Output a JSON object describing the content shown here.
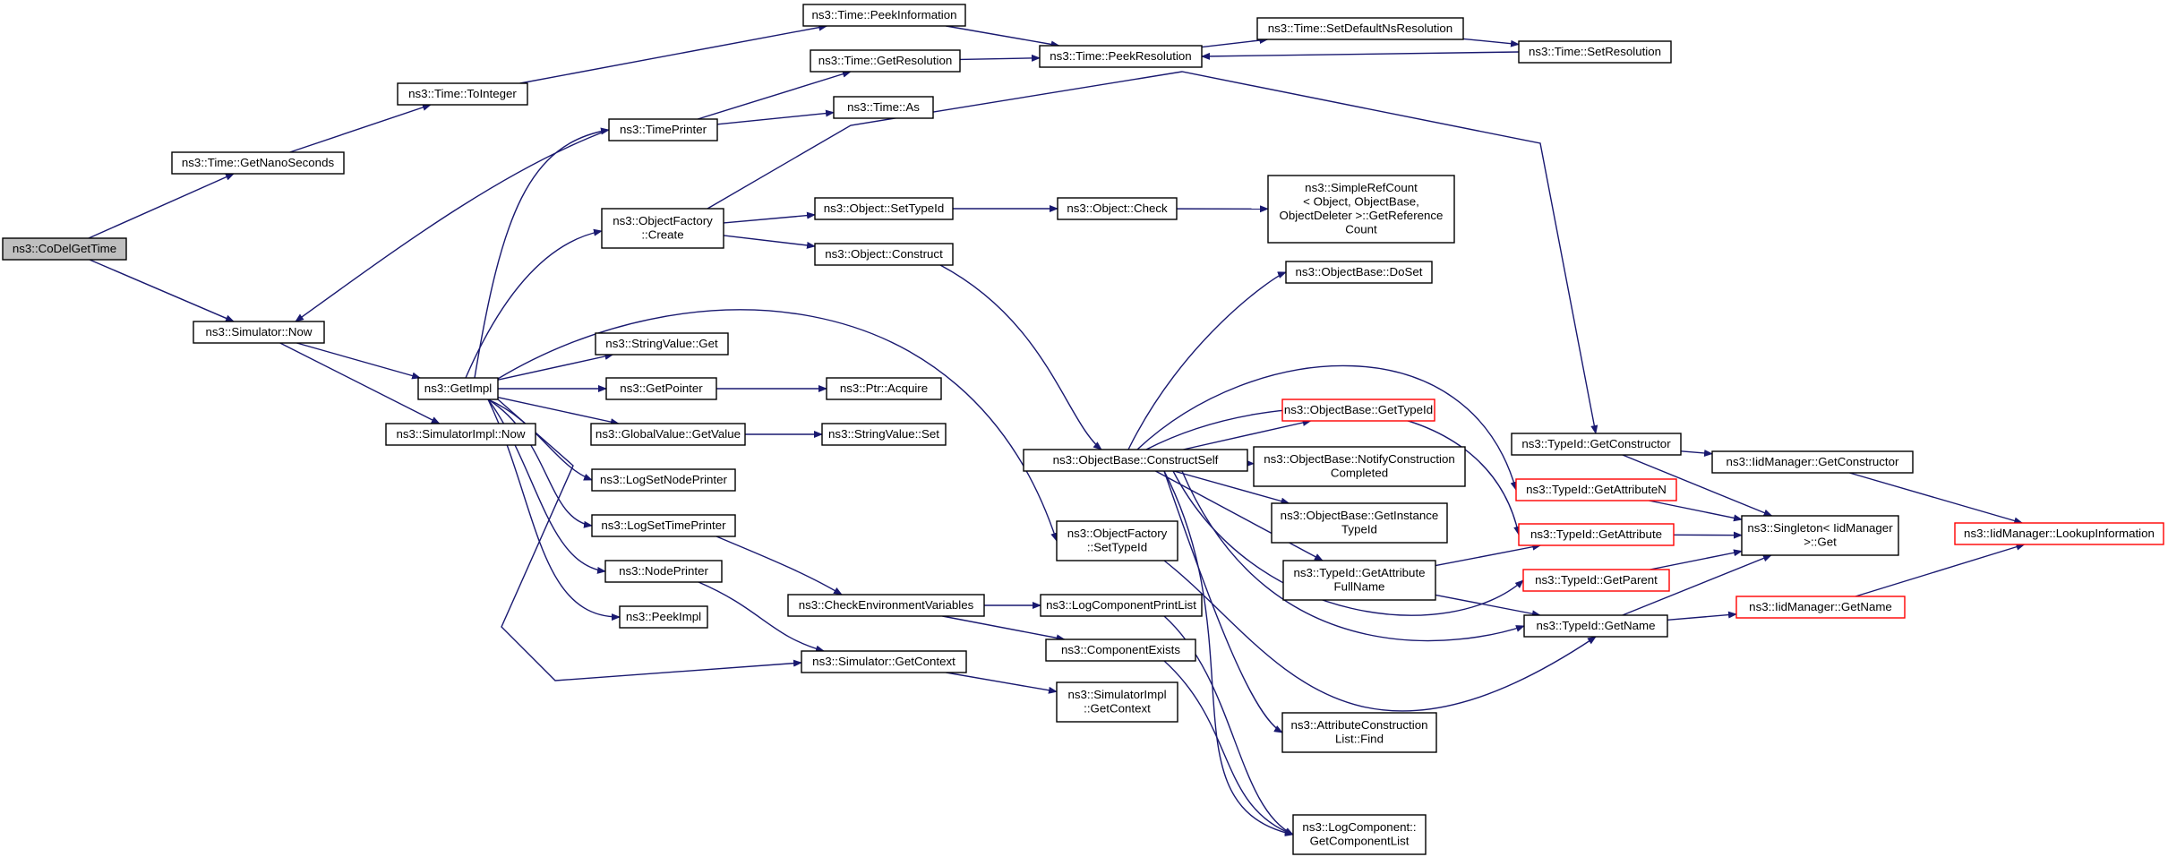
{
  "graph": {
    "edge_color": "#191970",
    "root_fill": "#bfbfbf",
    "truncated_border_color": "#ff0000",
    "nodes": [
      {
        "id": "root",
        "lines": [
          "ns3::CoDelGetTime"
        ],
        "root": true
      },
      {
        "id": "getnano",
        "lines": [
          "ns3::Time::GetNanoSeconds"
        ]
      },
      {
        "id": "simnow",
        "lines": [
          "ns3::Simulator::Now"
        ]
      },
      {
        "id": "tointeger",
        "lines": [
          "ns3::Time::ToInteger"
        ]
      },
      {
        "id": "getimpl",
        "lines": [
          "ns3::GetImpl"
        ]
      },
      {
        "id": "simimplnow",
        "lines": [
          "ns3::SimulatorImpl::Now"
        ]
      },
      {
        "id": "peekinfo",
        "lines": [
          "ns3::Time::PeekInformation"
        ]
      },
      {
        "id": "getres",
        "lines": [
          "ns3::Time::GetResolution"
        ]
      },
      {
        "id": "timeprinter",
        "lines": [
          "ns3::TimePrinter"
        ]
      },
      {
        "id": "timeas",
        "lines": [
          "ns3::Time::As"
        ]
      },
      {
        "id": "peekres",
        "lines": [
          "ns3::Time::PeekResolution"
        ]
      },
      {
        "id": "setdefns",
        "lines": [
          "ns3::Time::SetDefaultNsResolution"
        ]
      },
      {
        "id": "setres",
        "lines": [
          "ns3::Time::SetResolution"
        ]
      },
      {
        "id": "ofcreate",
        "lines": [
          "ns3::ObjectFactory",
          "::Create"
        ]
      },
      {
        "id": "objsettypeid",
        "lines": [
          "ns3::Object::SetTypeId"
        ]
      },
      {
        "id": "objcheck",
        "lines": [
          "ns3::Object::Check"
        ]
      },
      {
        "id": "simplerefcount",
        "lines": [
          "ns3::SimpleRefCount",
          "< Object, ObjectBase,",
          "ObjectDeleter >::GetReference",
          "Count"
        ]
      },
      {
        "id": "objconstruct",
        "lines": [
          "ns3::Object::Construct"
        ]
      },
      {
        "id": "stringvalueget",
        "lines": [
          "ns3::StringValue::Get"
        ]
      },
      {
        "id": "getpointer",
        "lines": [
          "ns3::GetPointer"
        ]
      },
      {
        "id": "ptracquire",
        "lines": [
          "ns3::Ptr::Acquire"
        ]
      },
      {
        "id": "globalvalueget",
        "lines": [
          "ns3::GlobalValue::GetValue"
        ]
      },
      {
        "id": "stringvalueset",
        "lines": [
          "ns3::StringValue::Set"
        ]
      },
      {
        "id": "logsetnode",
        "lines": [
          "ns3::LogSetNodePrinter"
        ]
      },
      {
        "id": "logsettime",
        "lines": [
          "ns3::LogSetTimePrinter"
        ]
      },
      {
        "id": "nodeprinter",
        "lines": [
          "ns3::NodePrinter"
        ]
      },
      {
        "id": "peekimpl",
        "lines": [
          "ns3::PeekImpl"
        ]
      },
      {
        "id": "checkenv",
        "lines": [
          "ns3::CheckEnvironmentVariables"
        ]
      },
      {
        "id": "simgetctx",
        "lines": [
          "ns3::Simulator::GetContext"
        ]
      },
      {
        "id": "logcompprint",
        "lines": [
          "ns3::LogComponentPrintList"
        ]
      },
      {
        "id": "compexists",
        "lines": [
          "ns3::ComponentExists"
        ]
      },
      {
        "id": "simimplgetctx",
        "lines": [
          "ns3::SimulatorImpl",
          "::GetContext"
        ]
      },
      {
        "id": "ofsettypeid",
        "lines": [
          "ns3::ObjectFactory",
          "::SetTypeId"
        ]
      },
      {
        "id": "obconstructself",
        "lines": [
          "ns3::ObjectBase::ConstructSelf"
        ]
      },
      {
        "id": "obdoset",
        "lines": [
          "ns3::ObjectBase::DoSet"
        ]
      },
      {
        "id": "obgettypeid",
        "lines": [
          "ns3::ObjectBase::GetTypeId"
        ],
        "red": true
      },
      {
        "id": "obnotify",
        "lines": [
          "ns3::ObjectBase::NotifyConstruction",
          "Completed"
        ]
      },
      {
        "id": "obgetinst",
        "lines": [
          "ns3::ObjectBase::GetInstance",
          "TypeId"
        ]
      },
      {
        "id": "tigetattrfull",
        "lines": [
          "ns3::TypeId::GetAttribute",
          "FullName"
        ]
      },
      {
        "id": "attrconstrfind",
        "lines": [
          "ns3::AttributeConstruction",
          "List::Find"
        ]
      },
      {
        "id": "logcompget",
        "lines": [
          "ns3::LogComponent::",
          "GetComponentList"
        ]
      },
      {
        "id": "tigetconstructor",
        "lines": [
          "ns3::TypeId::GetConstructor"
        ]
      },
      {
        "id": "tigetattrn",
        "lines": [
          "ns3::TypeId::GetAttributeN"
        ],
        "red": true
      },
      {
        "id": "tigetattr",
        "lines": [
          "ns3::TypeId::GetAttribute"
        ],
        "red": true
      },
      {
        "id": "tigetparent",
        "lines": [
          "ns3::TypeId::GetParent"
        ],
        "red": true
      },
      {
        "id": "tigetname",
        "lines": [
          "ns3::TypeId::GetName"
        ]
      },
      {
        "id": "iidgetconstructor",
        "lines": [
          "ns3::IidManager::GetConstructor"
        ]
      },
      {
        "id": "singletonget",
        "lines": [
          "ns3::Singleton< IidManager",
          ">::Get"
        ]
      },
      {
        "id": "iidgetname",
        "lines": [
          "ns3::IidManager::GetName"
        ],
        "red": true
      },
      {
        "id": "iidlookup",
        "lines": [
          "ns3::IidManager::LookupInformation"
        ],
        "red": true
      }
    ],
    "edges": [
      [
        "root",
        "getnano"
      ],
      [
        "root",
        "simnow"
      ],
      [
        "getnano",
        "tointeger"
      ],
      [
        "tointeger",
        "peekinfo"
      ],
      [
        "simnow",
        "getimpl"
      ],
      [
        "simnow",
        "simimplnow"
      ],
      [
        "getimpl",
        "timeprinter"
      ],
      [
        "getimpl",
        "ofcreate"
      ],
      [
        "getimpl",
        "ofsettypeid"
      ],
      [
        "getimpl",
        "stringvalueget"
      ],
      [
        "getimpl",
        "getpointer"
      ],
      [
        "getimpl",
        "globalvalueget"
      ],
      [
        "getimpl",
        "logsetnode"
      ],
      [
        "getimpl",
        "logsettime"
      ],
      [
        "getimpl",
        "nodeprinter"
      ],
      [
        "getimpl",
        "peekimpl"
      ],
      [
        "getimpl",
        "simgetctx"
      ],
      [
        "timeprinter",
        "simnow"
      ],
      [
        "timeprinter",
        "getres"
      ],
      [
        "timeprinter",
        "timeas"
      ],
      [
        "peekinfo",
        "peekres"
      ],
      [
        "getres",
        "peekres"
      ],
      [
        "peekres",
        "setdefns"
      ],
      [
        "setdefns",
        "setres"
      ],
      [
        "setres",
        "peekres"
      ],
      [
        "ofcreate",
        "objsettypeid"
      ],
      [
        "ofcreate",
        "objconstruct"
      ],
      [
        "ofcreate",
        "tigetconstructor"
      ],
      [
        "objsettypeid",
        "objcheck"
      ],
      [
        "objcheck",
        "simplerefcount"
      ],
      [
        "objconstruct",
        "obconstructself"
      ],
      [
        "getpointer",
        "ptracquire"
      ],
      [
        "globalvalueget",
        "stringvalueset"
      ],
      [
        "logsettime",
        "checkenv"
      ],
      [
        "nodeprinter",
        "simgetctx"
      ],
      [
        "checkenv",
        "logcompprint"
      ],
      [
        "checkenv",
        "compexists"
      ],
      [
        "simgetctx",
        "simimplgetctx"
      ],
      [
        "logcompprint",
        "logcompget"
      ],
      [
        "compexists",
        "logcompget"
      ],
      [
        "ofsettypeid",
        "tigetname"
      ],
      [
        "obconstructself",
        "obdoset"
      ],
      [
        "obconstructself",
        "tigetattrn"
      ],
      [
        "obconstructself",
        "tigetattr"
      ],
      [
        "obconstructself",
        "obgettypeid"
      ],
      [
        "obconstructself",
        "obnotify"
      ],
      [
        "obconstructself",
        "obgetinst"
      ],
      [
        "obconstructself",
        "tigetattrfull"
      ],
      [
        "obconstructself",
        "tigetparent"
      ],
      [
        "obconstructself",
        "tigetname"
      ],
      [
        "obconstructself",
        "attrconstrfind"
      ],
      [
        "obconstructself",
        "logcompget"
      ],
      [
        "tigetattrfull",
        "tigetattr"
      ],
      [
        "tigetattrfull",
        "tigetname"
      ],
      [
        "tigetconstructor",
        "iidgetconstructor"
      ],
      [
        "tigetconstructor",
        "singletonget"
      ],
      [
        "tigetattrn",
        "singletonget"
      ],
      [
        "tigetattr",
        "singletonget"
      ],
      [
        "tigetparent",
        "singletonget"
      ],
      [
        "tigetname",
        "singletonget"
      ],
      [
        "tigetname",
        "iidgetname"
      ],
      [
        "iidgetconstructor",
        "iidlookup"
      ],
      [
        "iidgetname",
        "iidlookup"
      ]
    ]
  }
}
